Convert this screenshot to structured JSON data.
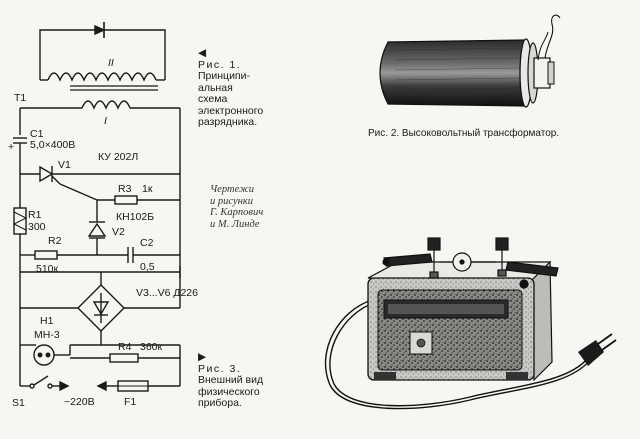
{
  "schematic": {
    "winding_top": "II",
    "winding_bottom": "I",
    "t1": "T1",
    "c1": "C1",
    "c1_value": "5,0×400В",
    "plus": "+",
    "v1": "V1",
    "v1_type": "КУ 202Л",
    "r3": "R3",
    "r3_value": "1к",
    "v2_type": "КН102Б",
    "v2": "V2",
    "r1": "R1",
    "r1_value": "300",
    "r2": "R2",
    "r2_value": "510к",
    "c2": "C2",
    "c2_value": "0,5",
    "bridge": "V3...V6 Д226",
    "h1": "H1",
    "h1_type": "МН-3",
    "r4": "R4",
    "r4_value": "360к",
    "s1": "S1",
    "mains": "~220В",
    "f1": "F1"
  },
  "captions": {
    "fig1": {
      "marker": "◀",
      "lines": [
        "Рис. 1.",
        "Принципи-",
        "альная",
        "схема",
        "электронного",
        "разрядника."
      ]
    },
    "fig2": {
      "text": "Рис. 2. Высоковольтный трансформатор."
    },
    "fig3": {
      "marker": "▶",
      "lines": [
        "Рис. 3.",
        "Внешний вид",
        "физического",
        "прибора."
      ]
    },
    "credits": [
      "Чертежи",
      "и рисунки",
      "Г. Карпович",
      "и М. Линде"
    ]
  }
}
